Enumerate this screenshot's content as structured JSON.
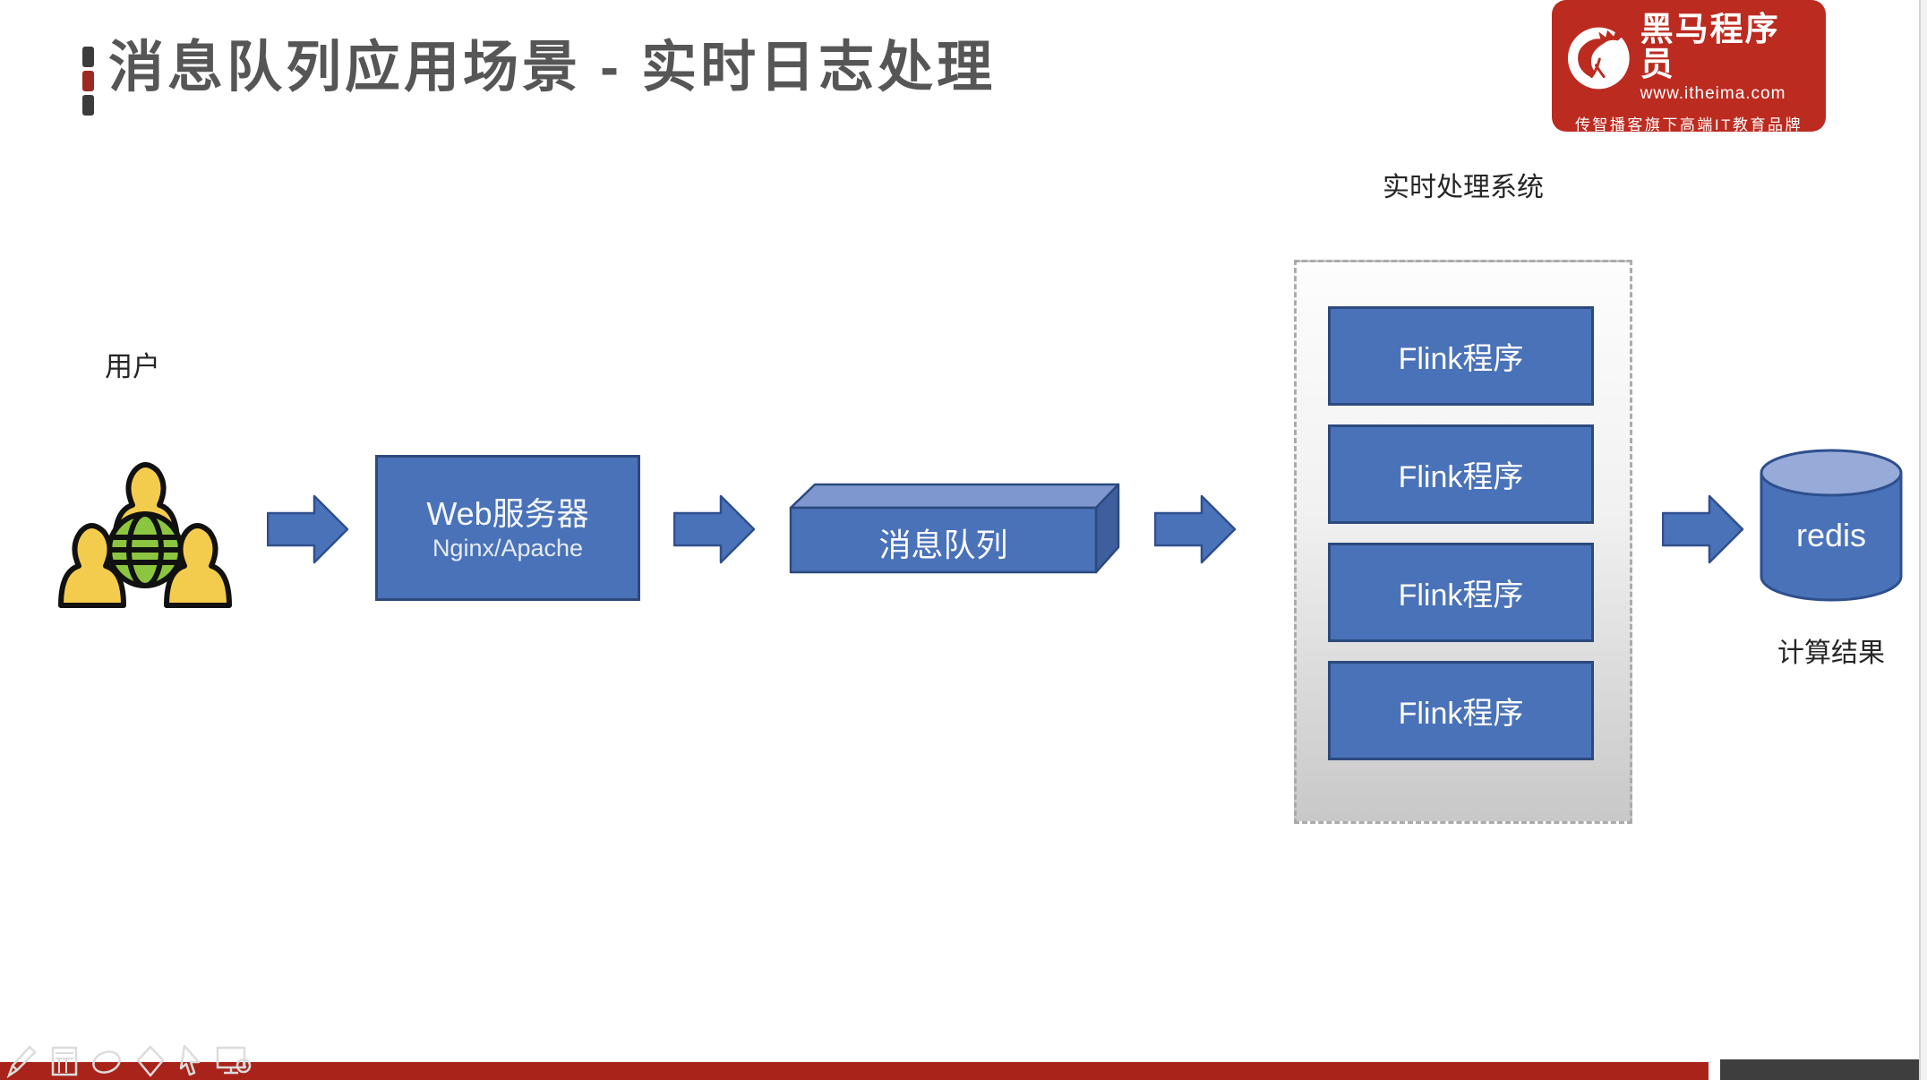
{
  "slide": {
    "title": "消息队列应用场景 - 实时日志处理",
    "logo": {
      "brand": "黑马程序员",
      "url": "www.itheima.com",
      "tagline": "传智播客旗下高端IT教育品牌"
    }
  },
  "diagram": {
    "user_label": "用户",
    "web_server_line1": "Web服务器",
    "web_server_line2": "Nginx/Apache",
    "message_queue_label": "消息队列",
    "processing_system_label": "实时处理系统",
    "flink_nodes": [
      "Flink程序",
      "Flink程序",
      "Flink程序",
      "Flink程序"
    ],
    "redis_label": "redis",
    "result_label": "计算结果"
  },
  "colors": {
    "accent_blue": "#4a72b8",
    "accent_blue_border": "#2c4a7e",
    "accent_blue_top_face": "#7e97ce",
    "accent_blue_side_face": "#3e5e9e",
    "cylinder_top": "#97abd9",
    "logo_red": "#bc2b20",
    "footer_red": "#a8241a",
    "footer_dark": "#3e3e3e",
    "title_gray": "#565656",
    "people_yellow": "#f4cc4d",
    "globe_green": "#8cc640"
  }
}
